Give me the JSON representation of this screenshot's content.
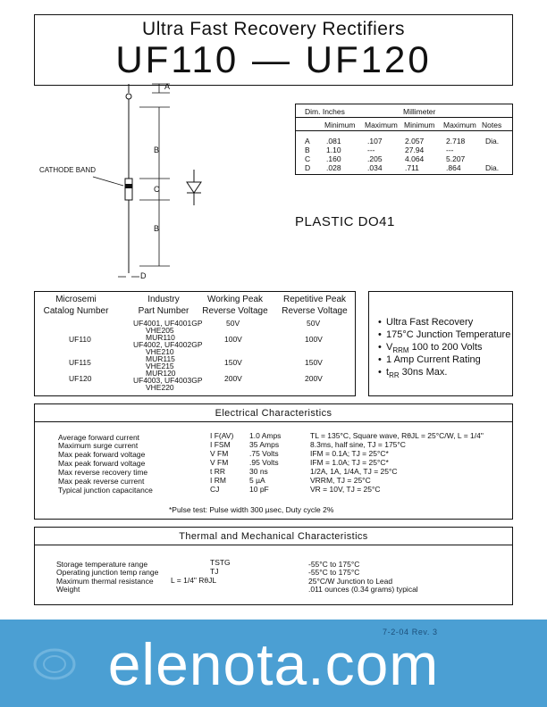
{
  "title": {
    "line1": "Ultra Fast Recovery Rectifiers",
    "line2": "UF110  —  UF120"
  },
  "drawing": {
    "letters": [
      "A",
      "B",
      "C",
      "B",
      "D"
    ],
    "cathode_band_label": "CATHODE BAND",
    "package": "PLASTIC DO41"
  },
  "dim_table": {
    "group_headers": [
      "Dim.  Inches",
      "Millimeter"
    ],
    "columns": [
      "Minimum",
      "Maximum",
      "Minimum",
      "Maximum",
      "Notes"
    ],
    "rows": [
      [
        "A",
        ".081",
        ".107",
        "2.057",
        "2.718",
        "Dia."
      ],
      [
        "B",
        "1.10",
        "---",
        "27.94",
        "---",
        ""
      ],
      [
        "C",
        ".160",
        ".205",
        "4.064",
        "5.207",
        ""
      ],
      [
        "D",
        ".028",
        ".034",
        ".711",
        ".864",
        "Dia."
      ]
    ]
  },
  "catalog_table": {
    "headers": {
      "col1": [
        "Microsemi",
        "Catalog Number"
      ],
      "col2": [
        "Industry",
        "Part Number"
      ],
      "col3": [
        "Working Peak",
        "Reverse Voltage"
      ],
      "col4": [
        "Repetitive Peak",
        "Reverse Voltage"
      ]
    },
    "rows": [
      {
        "catalog": "",
        "parts": [
          "UF4001, UF4001GP",
          "VHE205"
        ],
        "working": "50V",
        "repetitive": "50V"
      },
      {
        "catalog": "UF110",
        "parts": [
          "MUR110",
          "UF4002, UF4002GP",
          "VHE210"
        ],
        "working": "100V",
        "repetitive": "100V"
      },
      {
        "catalog": "UF115",
        "parts": [
          "MUR115",
          "VHE215"
        ],
        "working": "150V",
        "repetitive": "150V"
      },
      {
        "catalog": "UF120",
        "parts": [
          "MUR120",
          "UF4003, UF4003GP",
          "VHE220"
        ],
        "working": "200V",
        "repetitive": "200V"
      }
    ]
  },
  "features": [
    {
      "pre": "Ultra Fast Recovery",
      "sub": "",
      "post": ""
    },
    {
      "pre": "175°C Junction Temperature",
      "sub": "",
      "post": ""
    },
    {
      "pre": "V",
      "sub": "RRM",
      "post": " 100 to 200 Volts"
    },
    {
      "pre": "1 Amp Current Rating",
      "sub": "",
      "post": ""
    },
    {
      "pre": "t",
      "sub": "RR",
      "post": " 30ns Max."
    }
  ],
  "electrical": {
    "title": "Electrical Characteristics",
    "rows": [
      {
        "name": "Average forward current",
        "sym": "I F(AV)",
        "val": "1.0 Amps",
        "cond": "TL = 135°C, Square wave, RθJL = 25°C/W, L = 1/4\""
      },
      {
        "name": "Maximum surge current",
        "sym": "I FSM",
        "val": "35 Amps",
        "cond": "8.3ms, half sine, TJ = 175°C"
      },
      {
        "name": "Max peak forward voltage",
        "sym": "V FM",
        "val": ".75 Volts",
        "cond": "IFM = 0.1A; TJ = 25°C*"
      },
      {
        "name": "Max peak forward voltage",
        "sym": "V FM",
        "val": ".95 Volts",
        "cond": "IFM = 1.0A; TJ = 25°C*"
      },
      {
        "name": "Max reverse recovery time",
        "sym": "t RR",
        "val": "30 ns",
        "cond": "1/2A, 1A, 1/4A, TJ = 25°C"
      },
      {
        "name": "Max peak reverse current",
        "sym": "I RM",
        "val": "5 µA",
        "cond": "VRRM, TJ = 25°C"
      },
      {
        "name": "Typical junction capacitance",
        "sym": "CJ",
        "val": "10 pF",
        "cond": "VR = 10V, TJ = 25°C"
      }
    ],
    "footnote": "*Pulse test: Pulse width 300 µsec, Duty cycle 2%"
  },
  "thermal": {
    "title": "Thermal and Mechanical Characteristics",
    "rows": [
      {
        "name": "Storage temperature range",
        "sym": "TSTG",
        "cond": "-55°C to 175°C"
      },
      {
        "name": "Operating junction temp range",
        "sym": "TJ",
        "cond": "-55°C to 175°C"
      },
      {
        "name": "Maximum thermal resistance",
        "sym": "L = 1/4\"  RθJL",
        "cond": "25°C/W    Junction to Lead"
      },
      {
        "name": "Weight",
        "sym": "",
        "cond": ".011 ounces (0.34 grams) typical"
      }
    ]
  },
  "footer": {
    "revision": "7-2-04   Rev. 3",
    "watermark": "elenota.com"
  }
}
